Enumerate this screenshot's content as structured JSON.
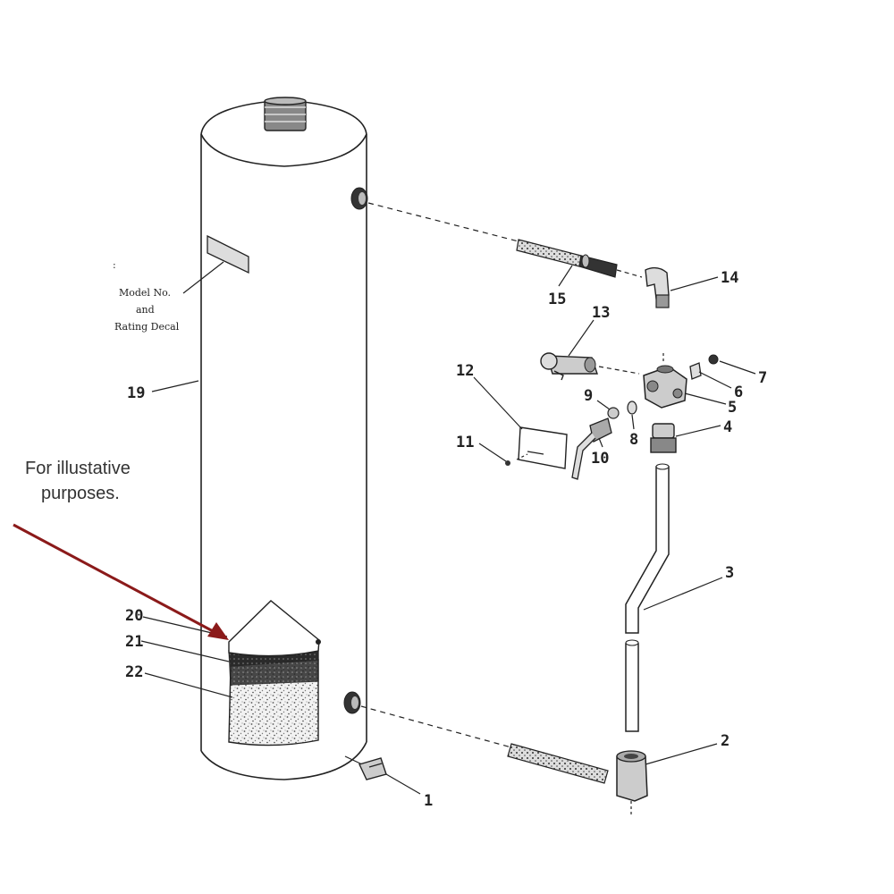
{
  "note": {
    "line1": "For illustative",
    "line2": "purposes.",
    "arrow_color": "#8b1a1a"
  },
  "decal": {
    "line1": "Model No.",
    "line2": "and",
    "line3": "Rating Decal"
  },
  "labels": {
    "p1": "1",
    "p2": "2",
    "p3": "3",
    "p4": "4",
    "p5": "5",
    "p6": "6",
    "p7": "7",
    "p8": "8",
    "p9": "9",
    "p10": "10",
    "p11": "11",
    "p12": "12",
    "p13": "13",
    "p14": "14",
    "p15": "15",
    "p19": "19",
    "p20": "20",
    "p21": "21",
    "p22": "22"
  }
}
